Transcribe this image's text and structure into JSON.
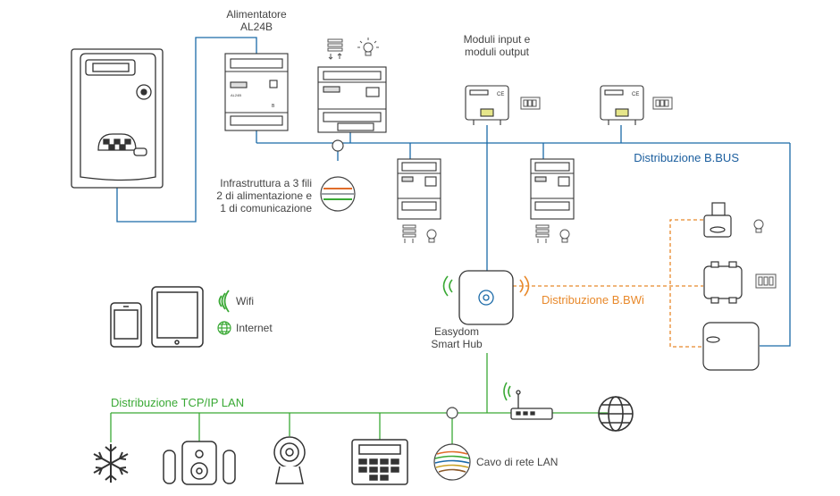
{
  "labels": {
    "power_supply_line1": "Alimentatore",
    "power_supply_line2": "AL24B",
    "io_modules_line1": "Moduli input e",
    "io_modules_line2": "moduli output",
    "bus_distribution": "Distribuzione B.BUS",
    "wire_line1": "Infrastruttura a 3 fili",
    "wire_line2": "2 di alimentazione e",
    "wire_line3": "1 di comunicazione",
    "bwi_distribution": "Distribuzione B.BWi",
    "hub_line1": "Easydom",
    "hub_line2": "Smart Hub",
    "wifi": "Wifi",
    "internet": "Internet",
    "lan_distribution": "Distribuzione TCP/IP LAN",
    "lan_cable": "Cavo di rete LAN"
  },
  "colors": {
    "bus_line": "#1b6aa8",
    "bus_text": "#1b5e9e",
    "bwi": "#e8892b",
    "lan": "#3aa935",
    "device_stroke": "#333333",
    "text": "#444444"
  }
}
